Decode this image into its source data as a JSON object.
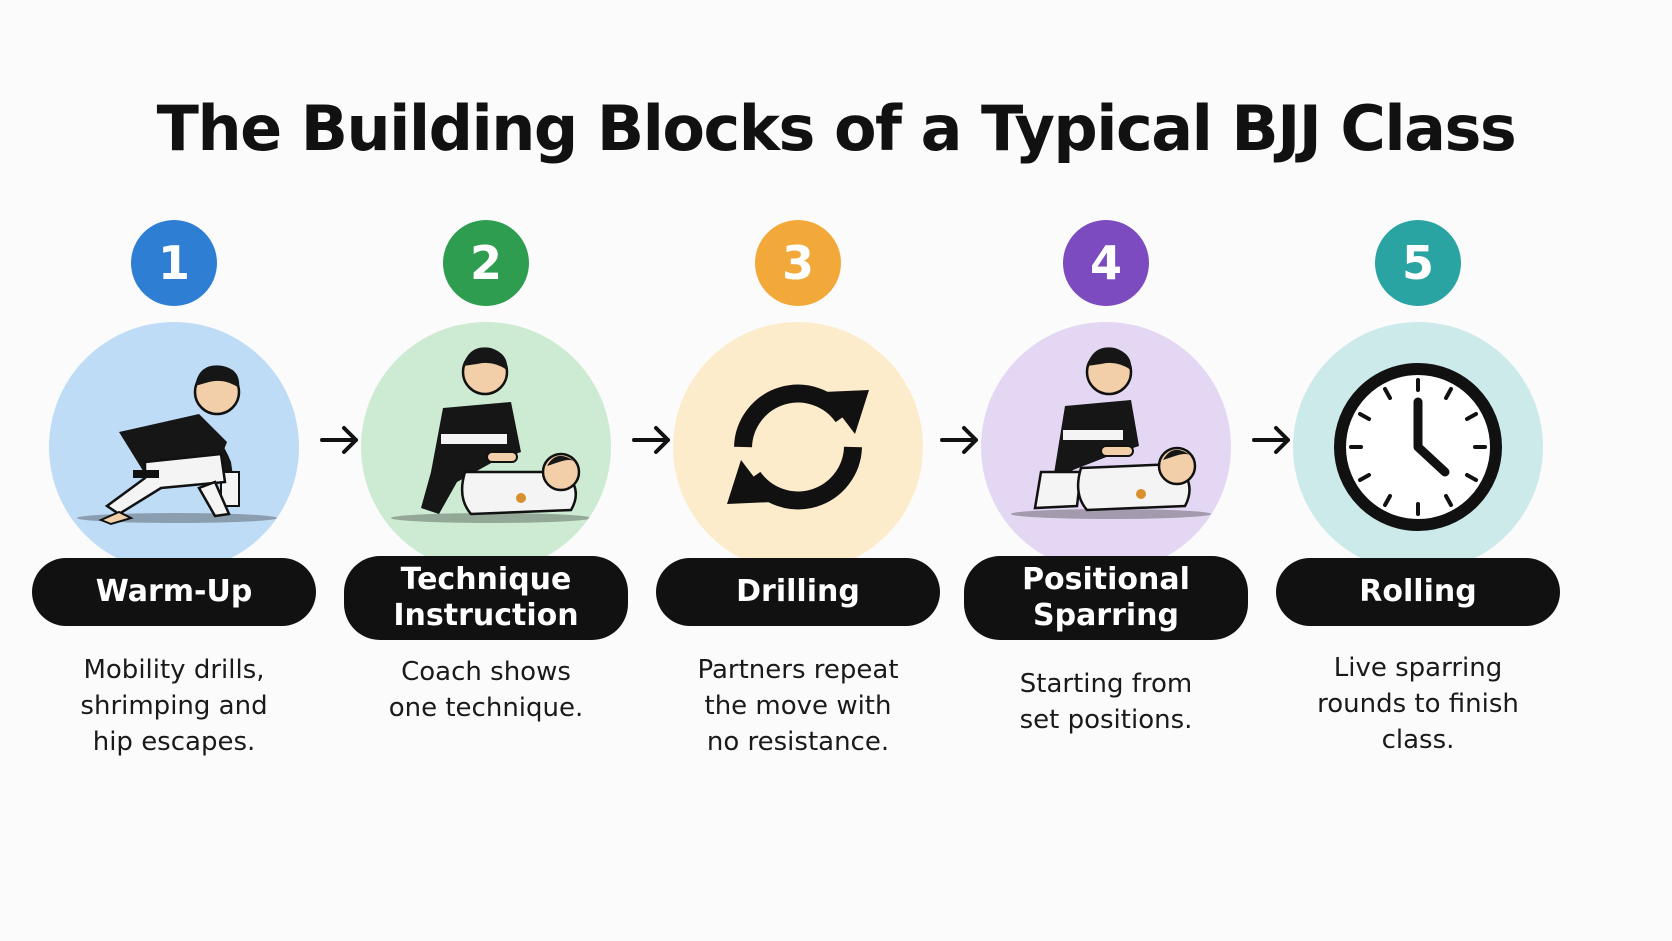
{
  "title": "The Building Blocks of a Typical BJJ Class",
  "steps": [
    {
      "number": "1",
      "label_lines": [
        "Warm-Up"
      ],
      "description_lines": [
        "Mobility drills,",
        "shrimping and",
        "hip escapes."
      ],
      "color": "#2e7fd3",
      "bg": "#bfdcf7",
      "icon": "warm-up-athlete-icon"
    },
    {
      "number": "2",
      "label_lines": [
        "Technique",
        "Instruction"
      ],
      "description_lines": [
        "Coach shows",
        "one technique."
      ],
      "color": "#2e9d4f",
      "bg": "#cdebd3",
      "icon": "coach-demonstration-icon"
    },
    {
      "number": "3",
      "label_lines": [
        "Drilling"
      ],
      "description_lines": [
        "Partners repeat",
        "the move with",
        "no resistance."
      ],
      "color": "#f2a93a",
      "bg": "#fdeccb",
      "icon": "repeat-cycle-icon"
    },
    {
      "number": "4",
      "label_lines": [
        "Positional",
        "Sparring"
      ],
      "description_lines": [
        "Starting from",
        "set positions."
      ],
      "color": "#7b4bbf",
      "bg": "#e3d7f3",
      "icon": "positional-sparring-icon"
    },
    {
      "number": "5",
      "label_lines": [
        "Rolling"
      ],
      "description_lines": [
        "Live sparring",
        "rounds to finish",
        "class."
      ],
      "color": "#2aa3a3",
      "bg": "#cdeaea",
      "icon": "clock-icon"
    }
  ]
}
